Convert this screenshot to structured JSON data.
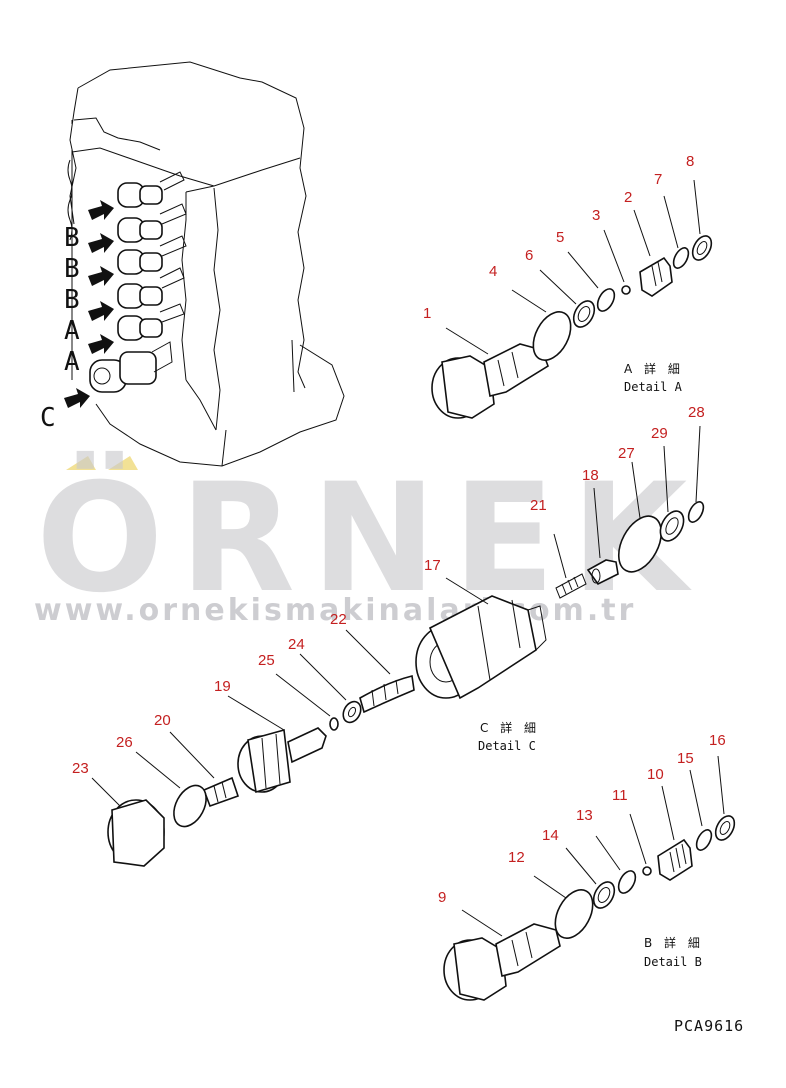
{
  "side_labels": [
    "B",
    "B",
    "B",
    "A",
    "A",
    "C"
  ],
  "details": {
    "a": {
      "jp": "A 詳 細",
      "en": "Detail A"
    },
    "b": {
      "jp": "B 詳 細",
      "en": "Detail B"
    },
    "c": {
      "jp": "C 詳 細",
      "en": "Detail C"
    }
  },
  "callouts": {
    "p1": "1",
    "p2": "2",
    "p3": "3",
    "p4": "4",
    "p5": "5",
    "p6": "6",
    "p7": "7",
    "p8": "8",
    "p9": "9",
    "p10": "10",
    "p11": "11",
    "p12": "12",
    "p13": "13",
    "p14": "14",
    "p15": "15",
    "p16": "16",
    "p17": "17",
    "p18": "18",
    "p19": "19",
    "p20": "20",
    "p21": "21",
    "p22": "22",
    "p23": "23",
    "p24": "24",
    "p25": "25",
    "p26": "26",
    "p27": "27",
    "p28": "28",
    "p29": "29"
  },
  "drawing_code": "PCA9616",
  "watermark": {
    "brand": "ÖRNEK",
    "url": "www.ornekismakinalari.com.tr"
  },
  "colors": {
    "callout": "#c42020",
    "line": "#111111",
    "watermark": "#c9c9cc",
    "accent": "#f0dc82"
  }
}
